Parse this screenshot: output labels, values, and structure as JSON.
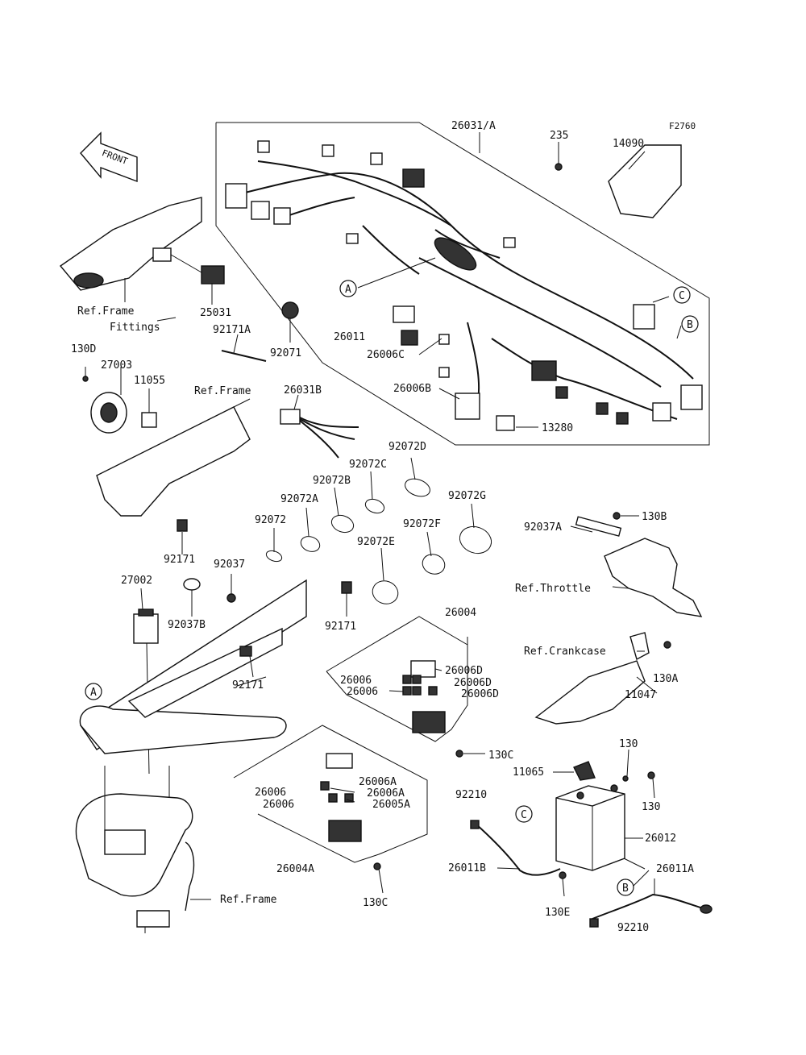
{
  "figure_code": "F2760",
  "front_label": "FRONT",
  "circle_markers": [
    "A",
    "B",
    "C"
  ],
  "refs": {
    "frame_fittings_1": "Ref.Frame",
    "frame_fittings_2": "Fittings",
    "frame_top": "Ref.Frame",
    "frame_bottom": "Ref.Frame",
    "throttle": "Ref.Throttle",
    "crankcase": "Ref.Crankcase"
  },
  "parts": {
    "p26031A": "26031/A",
    "p235": "235",
    "p14090": "14090",
    "p25031": "25031",
    "p92171A": "92171A",
    "p92071": "92071",
    "p26011": "26011",
    "p26006C": "26006C",
    "p26006B": "26006B",
    "p13280": "13280",
    "p130D": "130D",
    "p27003": "27003",
    "p11055": "11055",
    "p26031B": "26031B",
    "p92072D": "92072D",
    "p92072C": "92072C",
    "p92072B": "92072B",
    "p92072A": "92072A",
    "p92072G": "92072G",
    "p92072": "92072",
    "p92072F": "92072F",
    "p92072E": "92072E",
    "p92037A": "92037A",
    "p130B": "130B",
    "p92171_1": "92171",
    "p92037": "92037",
    "p27002": "27002",
    "p92037B": "92037B",
    "p92171_2": "92171",
    "p26004": "26004",
    "p92171_3": "92171",
    "p26006_1": "26006",
    "p26006D_1": "26006D",
    "p26006D_2": "26006D",
    "p26006_2": "26006",
    "p26006D_3": "26006D",
    "p130A": "130A",
    "p11047": "11047",
    "p130C_1": "130C",
    "p130_1": "130",
    "p11065": "11065",
    "p92210_1": "92210",
    "p26006_3": "26006",
    "p26006A_1": "26006A",
    "p26006A_2": "26006A",
    "p26006_4": "26006",
    "p26005A": "26005A",
    "p130_2": "130",
    "p26012": "26012",
    "p26011B": "26011B",
    "p26011A": "26011A",
    "p26004A": "26004A",
    "p130C_2": "130C",
    "p130E": "130E",
    "p92210_2": "92210"
  }
}
